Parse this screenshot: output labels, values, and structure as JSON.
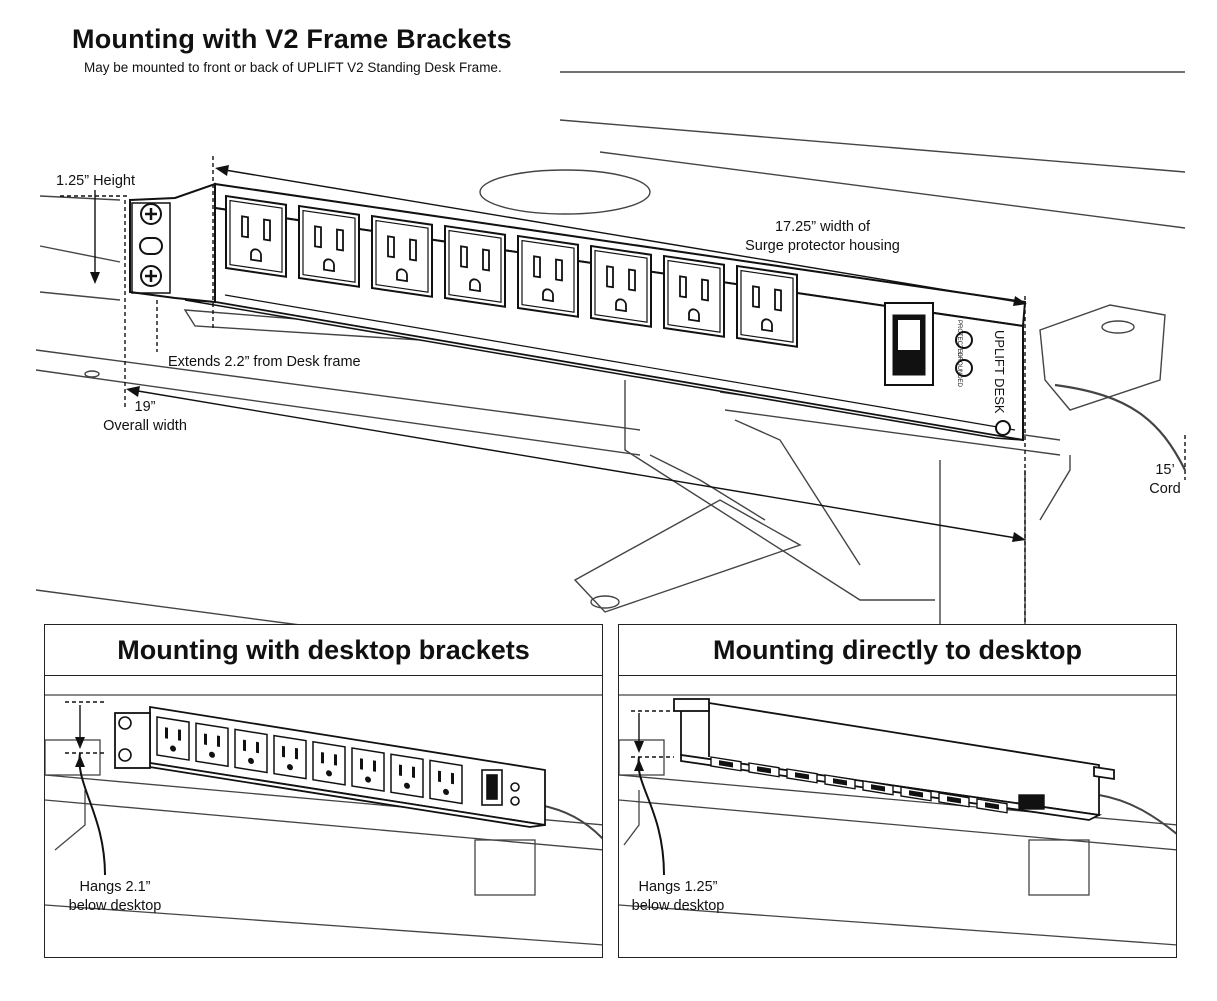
{
  "header": {
    "title": "Mounting with V2 Frame Brackets",
    "subtitle": "May be mounted to front or back of UPLIFT V2 Standing Desk Frame."
  },
  "dimensions": {
    "height": "1.25” Height",
    "housing_line1": "17.25” width of",
    "housing_line2": "Surge protector housing",
    "extends": "Extends 2.2” from Desk frame",
    "overall_line1": "19”",
    "overall_line2": "Overall width",
    "cord_line1": "15’",
    "cord_line2": "Cord"
  },
  "brand": {
    "logo_text": "UPLIFT DESK",
    "protected_label": "PROTECTED",
    "grounded_label": "GROUNDED"
  },
  "panels": [
    {
      "title": "Mounting with desktop brackets",
      "note_line1": "Hangs 2.1”",
      "note_line2": "below desktop"
    },
    {
      "title": "Mounting directly to desktop",
      "note_line1": "Hangs 1.25”",
      "note_line2": "below desktop"
    }
  ],
  "product": {
    "outlet_count": 8
  }
}
